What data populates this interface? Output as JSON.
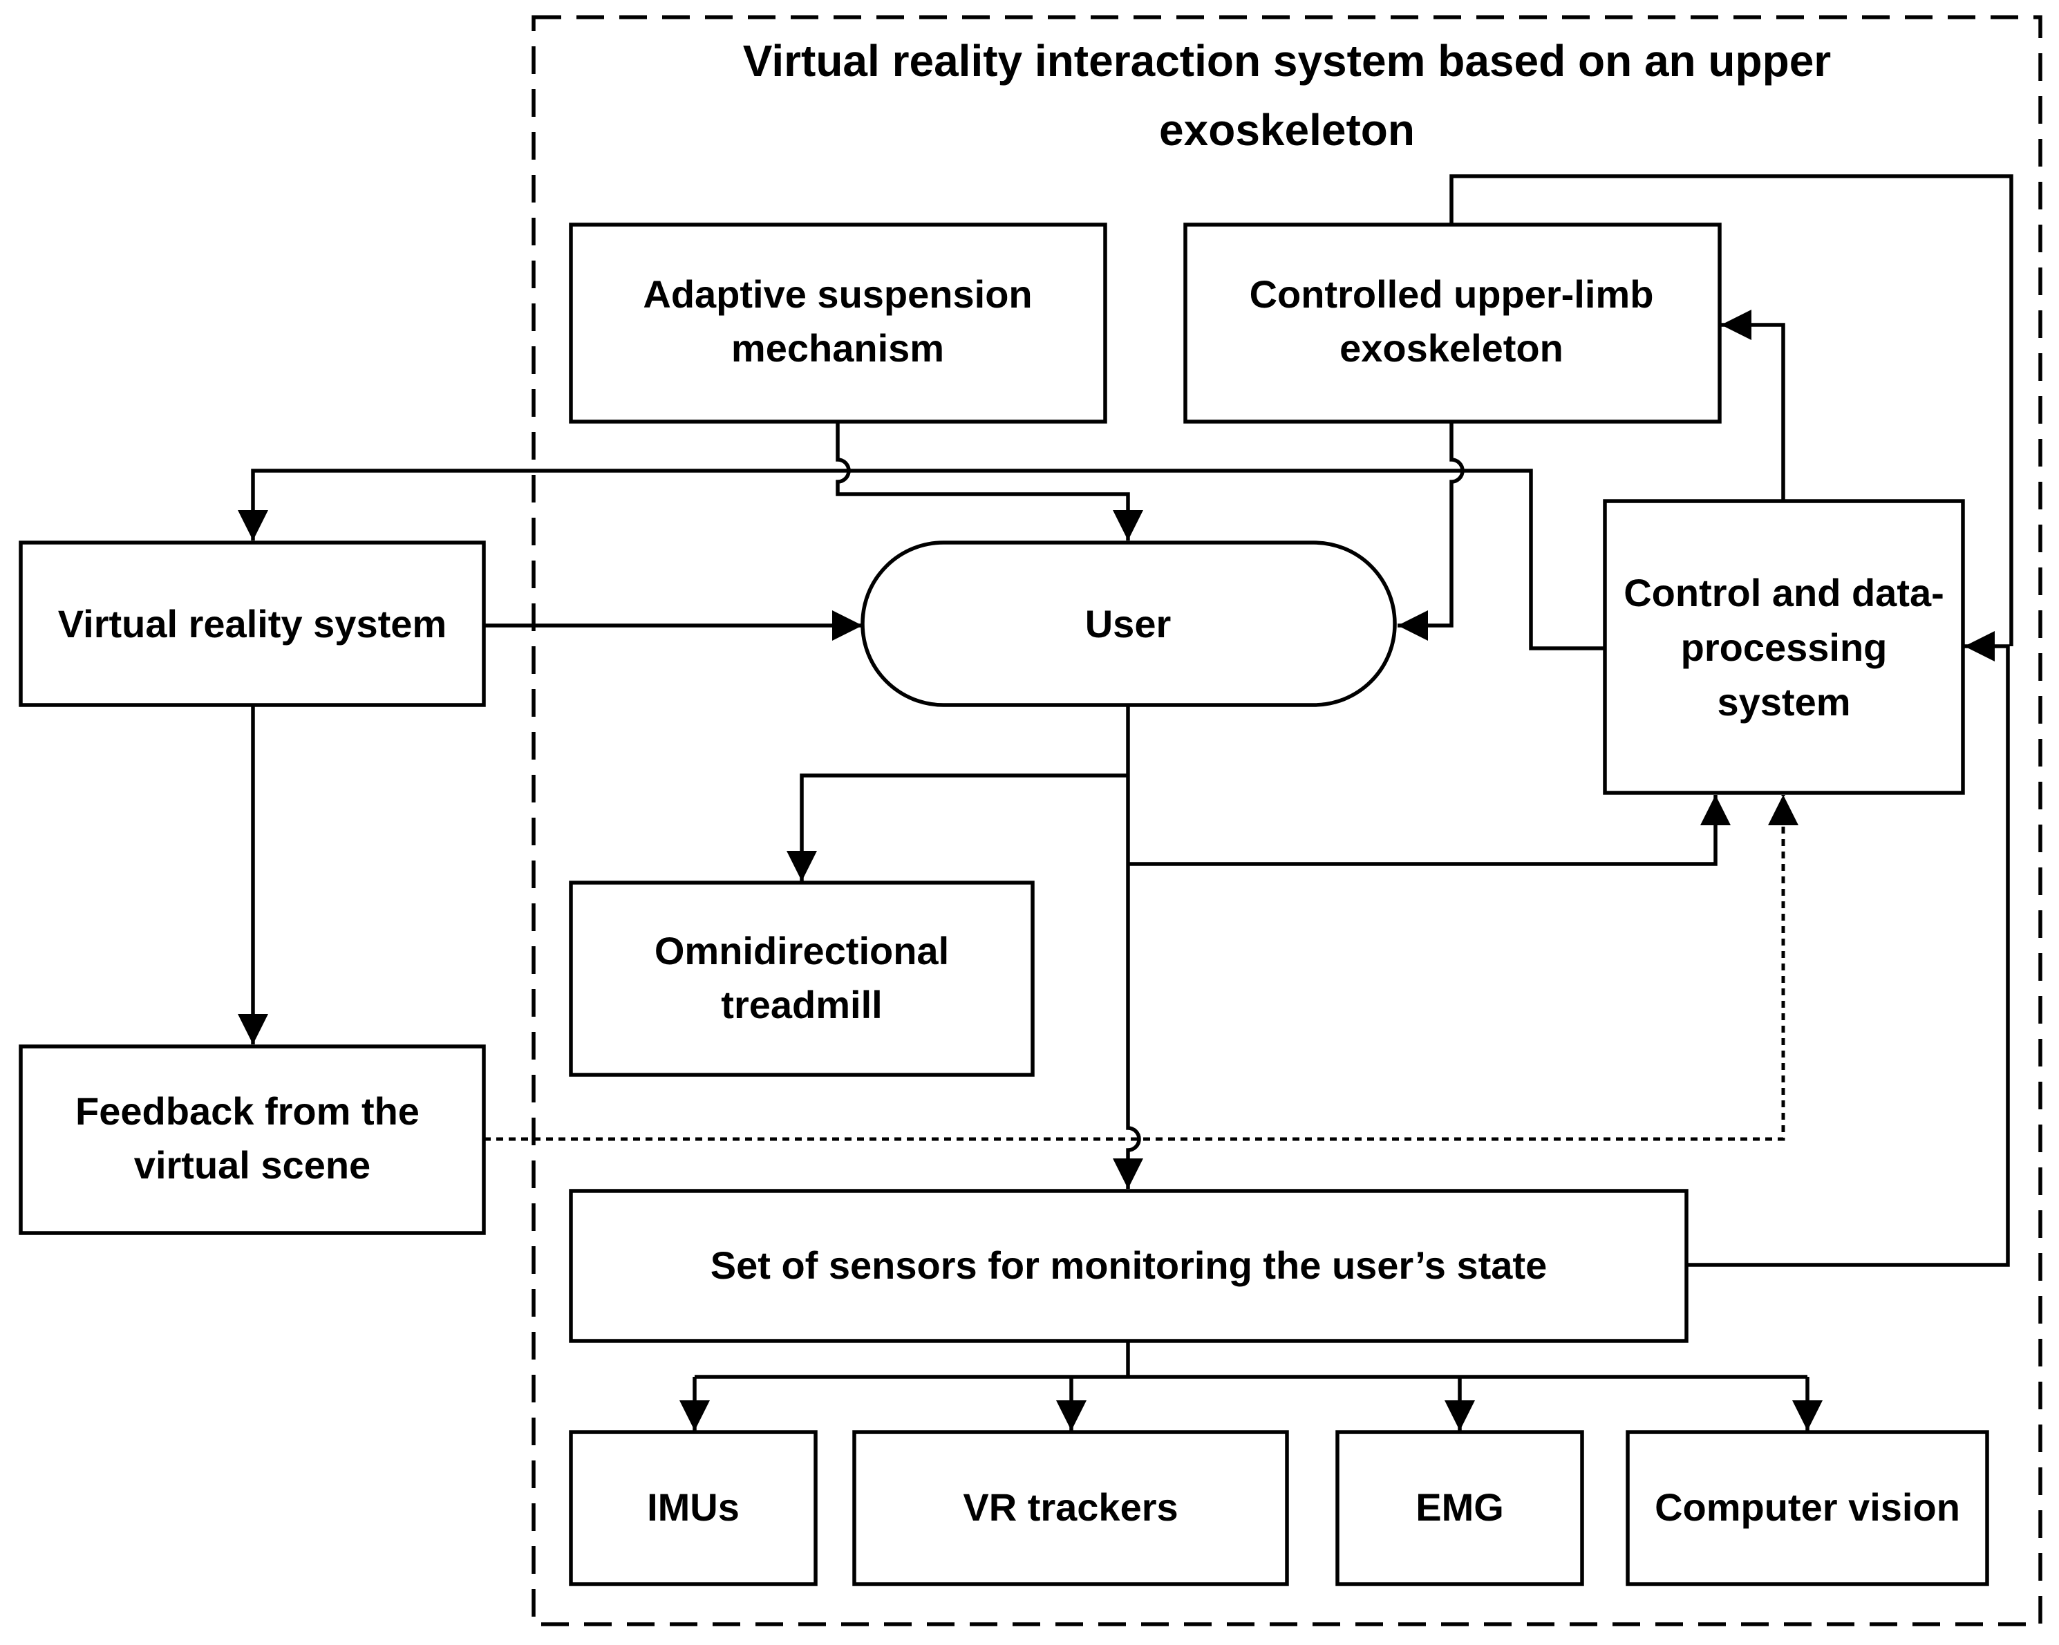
{
  "title": [
    "Virtual reality interaction system based on an upper",
    "exoskeleton"
  ],
  "nodes": {
    "adaptive_suspension": [
      "Adaptive suspension",
      "mechanism"
    ],
    "exoskeleton": [
      "Controlled upper-limb",
      "exoskeleton"
    ],
    "vr_system": [
      "Virtual reality system"
    ],
    "user": [
      "User"
    ],
    "control": [
      "Control and data-",
      "processing",
      "system"
    ],
    "treadmill": [
      "Omnidirectional",
      "treadmill"
    ],
    "feedback": [
      "Feedback from the",
      "virtual scene"
    ],
    "sensors": [
      "Set of sensors for monitoring the user’s state"
    ],
    "imus": [
      "IMUs"
    ],
    "vr_trackers": [
      "VR trackers"
    ],
    "emg": [
      "EMG"
    ],
    "computer_vision": [
      "Computer vision"
    ]
  },
  "colors": {
    "stroke": "#000000",
    "background": "#ffffff"
  }
}
